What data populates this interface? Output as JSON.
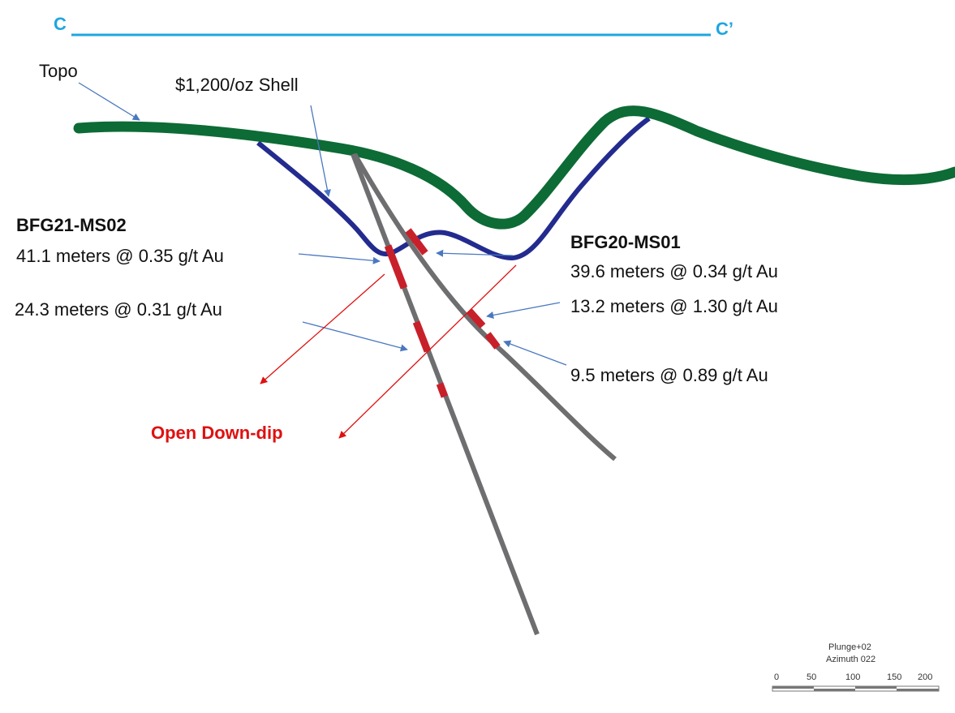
{
  "section": {
    "start_label": "C",
    "end_label": "C’",
    "color": "#1ea6e0"
  },
  "topo_label": "Topo",
  "shell_label": "$1,200/oz Shell",
  "holes": {
    "left": {
      "name": "BFG21-MS02",
      "intercepts": [
        "41.1 meters @ 0.35 g/t Au",
        "24.3 meters @ 0.31 g/t Au"
      ]
    },
    "right": {
      "name": "BFG20-MS01",
      "intercepts": [
        "39.6 meters @ 0.34 g/t Au",
        "13.2 meters @ 1.30 g/t Au",
        "9.5 meters @ 0.89 g/t Au"
      ]
    }
  },
  "open_label": "Open Down-dip",
  "scale": {
    "plunge": "Plunge+02",
    "azimuth": "Azimuth 022",
    "ticks": [
      "0",
      "50",
      "100",
      "150",
      "200"
    ]
  },
  "colors": {
    "topo": "#0d6b35",
    "shell": "#232b8f",
    "drillhole": "#6e6e70",
    "intercept": "#c8202a",
    "leader": "#4a78c0",
    "open_arrow": "#e01010"
  }
}
